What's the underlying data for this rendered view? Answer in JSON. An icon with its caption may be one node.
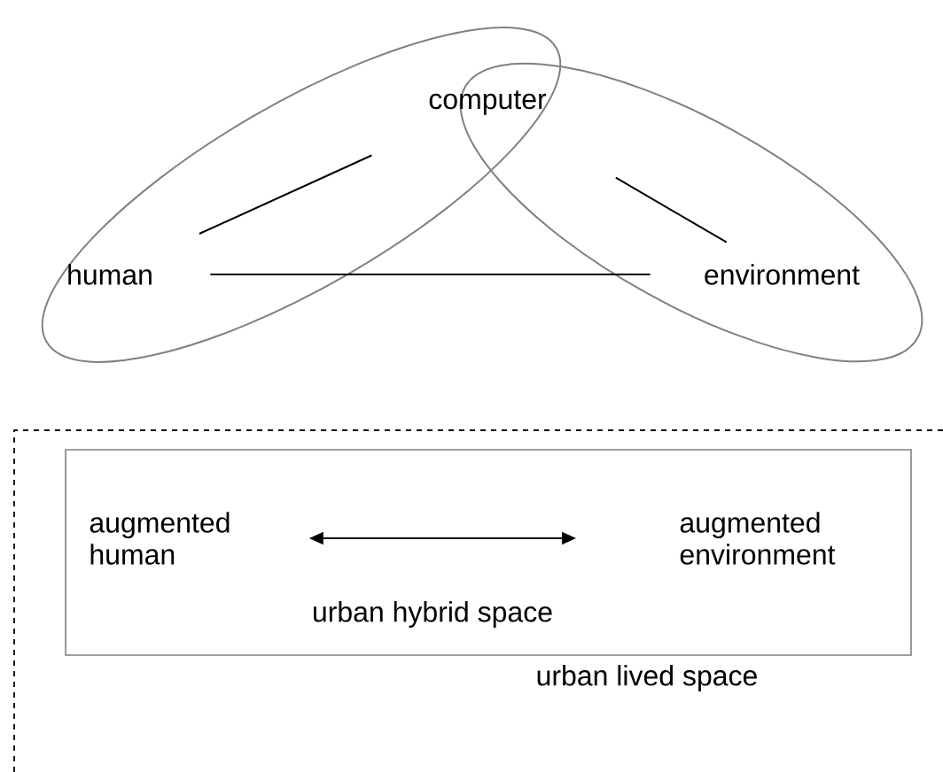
{
  "diagram": {
    "nodes": [
      {
        "text": [
          "computer"
        ]
      },
      {
        "text": [
          "human"
        ]
      },
      {
        "text": [
          "environment"
        ]
      },
      {
        "text": [
          "urban lived space"
        ]
      },
      {
        "text": [
          "urban hybrid space"
        ],
        "in": 3
      },
      {
        "text": [
          "augmented human"
        ],
        "in": 4
      },
      {
        "text": [
          "augmented environment"
        ],
        "in": 4
      }
    ],
    "edges": [
      {
        "from": 1,
        "to": 0,
        "arrow": "none"
      },
      {
        "from": 0,
        "to": 2,
        "arrow": "none"
      },
      {
        "from": 1,
        "to": 2,
        "arrow": "none"
      },
      {
        "from": 5,
        "to": 6,
        "arrow": "both"
      }
    ]
  }
}
